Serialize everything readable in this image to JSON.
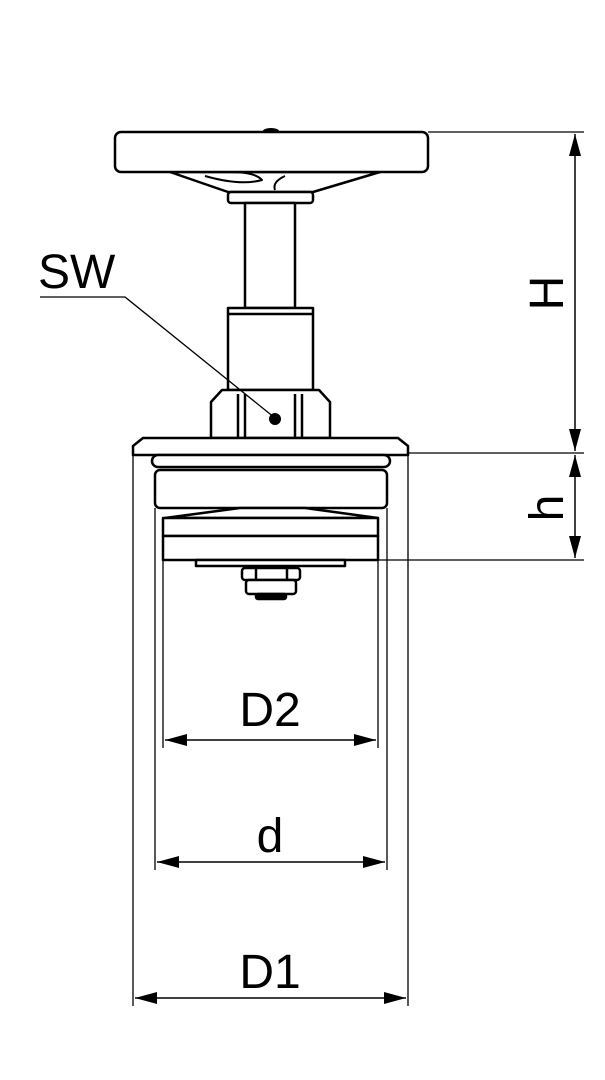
{
  "labels": {
    "sw": "SW",
    "H": "H",
    "h": "h",
    "D2": "D2",
    "d": "d",
    "D1": "D1"
  },
  "colors": {
    "line": "#000000",
    "background": "#ffffff"
  }
}
